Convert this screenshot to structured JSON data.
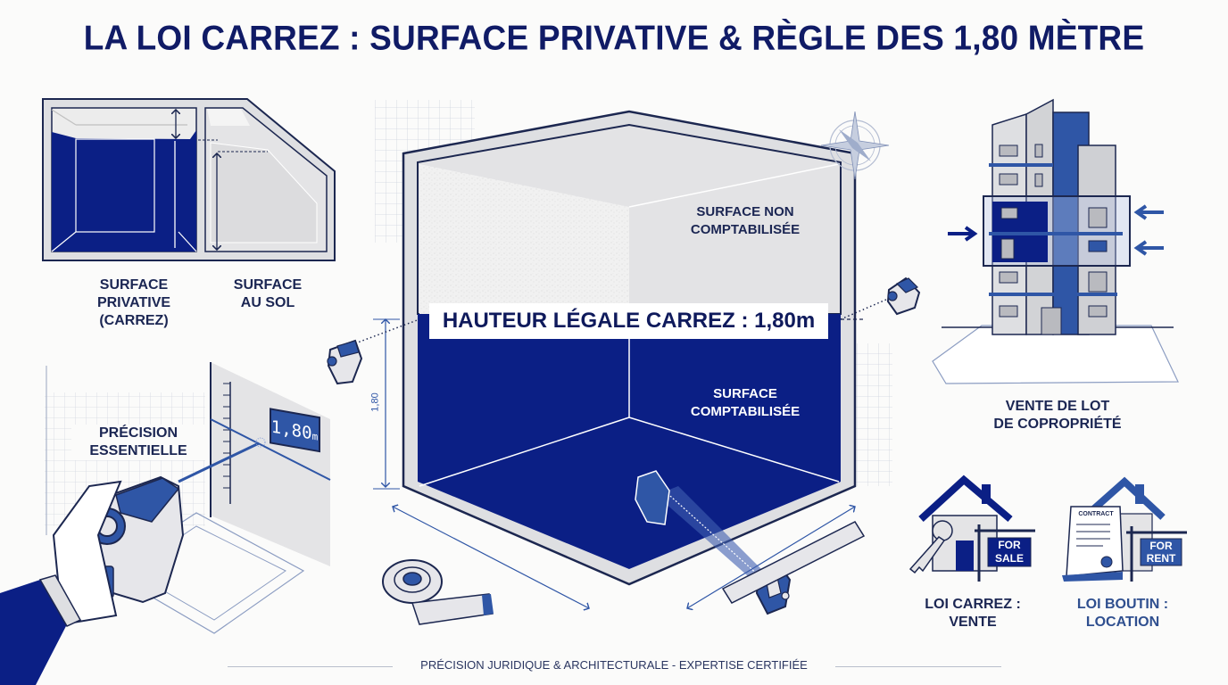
{
  "title": "LA LOI CARREZ : SURFACE PRIVATIVE & RÈGLE DES 1,80 MÈTRE",
  "colors": {
    "navy": "#0a1a7a",
    "dark_text": "#101b66",
    "mid_blue": "#2f56a6",
    "light_grey": "#dedfe2",
    "outline": "#1c2750",
    "background": "#fbfbfa"
  },
  "panel_surfaces": {
    "left_label_line1": "SURFACE",
    "left_label_line2": "PRIVATIVE",
    "left_label_line3": "(CARREZ)",
    "right_label_line1": "SURFACE",
    "right_label_line2": "AU SOL"
  },
  "panel_precision": {
    "label_line1": "PRÉCISION",
    "label_line2": "ESSENTIELLE",
    "display_value": "1,80",
    "display_unit": "m"
  },
  "panel_room": {
    "upper_label_line1": "SURFACE NON",
    "upper_label_line2": "COMPTABILISÉE",
    "banner": "HAUTEUR LÉGALE CARREZ : 1,80m",
    "lower_label_line1": "SURFACE",
    "lower_label_line2": "COMPTABILISÉE",
    "dimension_label": "1,80"
  },
  "panel_building": {
    "label_line1": "VENTE DE LOT",
    "label_line2": "DE COPROPRIÉTÉ"
  },
  "panel_sale": {
    "sign_line1": "FOR",
    "sign_line2": "SALE",
    "label_line1": "LOI CARREZ :",
    "label_line2": "VENTE"
  },
  "panel_rent": {
    "contract_title": "CONTRACT",
    "sign_line1": "FOR",
    "sign_line2": "RENT",
    "label_line1": "LOI BOUTIN :",
    "label_line2": "LOCATION"
  },
  "footer": "PRÉCISION JURIDIQUE & ARCHITECTURALE - EXPERTISE CERTIFIÉE",
  "icons": [
    "compass-rose-icon",
    "laser-meter-icon",
    "tape-measure-icon",
    "ruler-icon",
    "key-icon",
    "house-icon",
    "contract-icon",
    "for-sale-sign-icon",
    "for-rent-sign-icon",
    "floor-plan-icon",
    "apartment-building-icon",
    "arrow-icon"
  ]
}
